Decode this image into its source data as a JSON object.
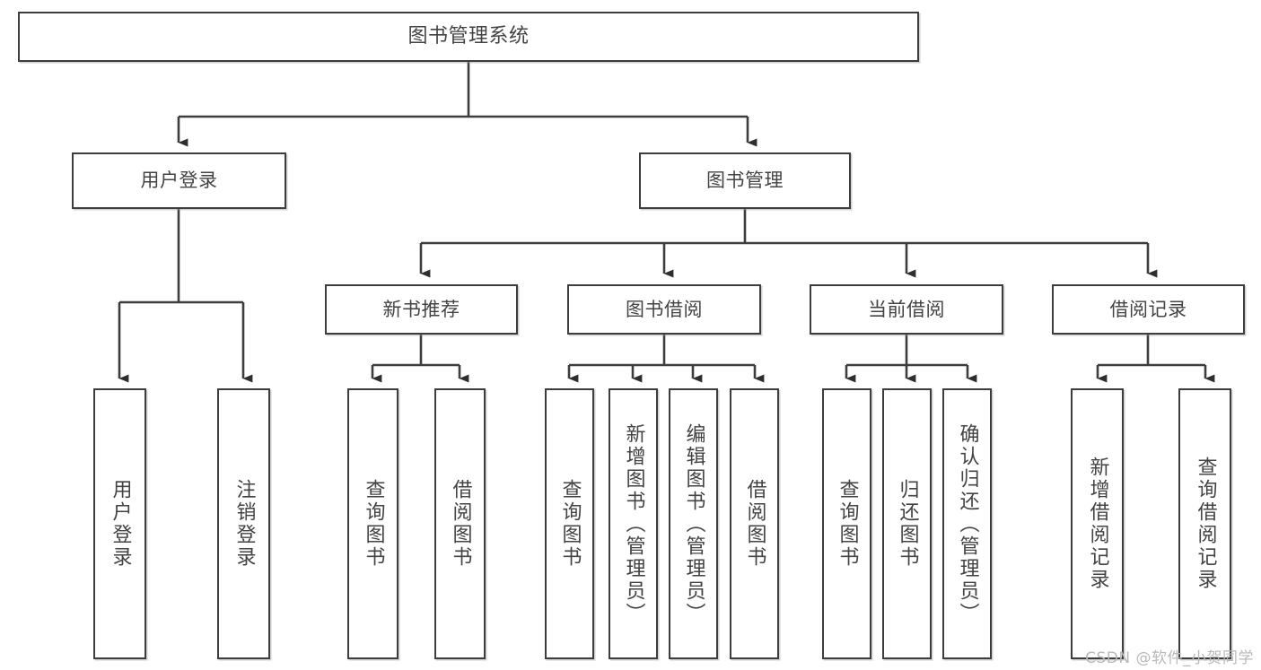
{
  "diagram": {
    "title": "图书管理系统",
    "type": "tree-hierarchy",
    "stroke_color": "#3d3d3d",
    "text_color": "#434343",
    "background_color": "#ffffff"
  },
  "nodes": {
    "root": {
      "label": "图书管理系统"
    },
    "level1": [
      {
        "id": "user-login",
        "label": "用户登录"
      },
      {
        "id": "book-manage",
        "label": "图书管理"
      }
    ],
    "level2": [
      {
        "id": "new-book-recommend",
        "label": "新书推荐"
      },
      {
        "id": "book-borrow",
        "label": "图书借阅"
      },
      {
        "id": "current-borrow",
        "label": "当前借阅"
      },
      {
        "id": "borrow-record",
        "label": "借阅记录"
      }
    ],
    "leaves": {
      "user_login": [
        {
          "id": "leaf-user-login",
          "label": "用户登录"
        },
        {
          "id": "leaf-user-logout",
          "label": "注销登录"
        }
      ],
      "new_book_recommend": [
        {
          "id": "leaf-query-book-1",
          "label": "查询图书"
        },
        {
          "id": "leaf-borrow-book-1",
          "label": "借阅图书"
        }
      ],
      "book_borrow": [
        {
          "id": "leaf-query-book-2",
          "label": "查询图书"
        },
        {
          "id": "leaf-add-book",
          "label": "新增图书（管理员）"
        },
        {
          "id": "leaf-edit-book",
          "label": "编辑图书（管理员）"
        },
        {
          "id": "leaf-borrow-book-2",
          "label": "借阅图书"
        }
      ],
      "current_borrow": [
        {
          "id": "leaf-query-book-3",
          "label": "查询图书"
        },
        {
          "id": "leaf-return-book",
          "label": "归还图书"
        },
        {
          "id": "leaf-confirm-return",
          "label": "确认归还（管理员）"
        }
      ],
      "borrow_record": [
        {
          "id": "leaf-add-record",
          "label": "新增借阅记录"
        },
        {
          "id": "leaf-query-record",
          "label": "查询借阅记录"
        }
      ]
    }
  },
  "watermark": {
    "text": "CSDN @软件_小贺同学"
  }
}
